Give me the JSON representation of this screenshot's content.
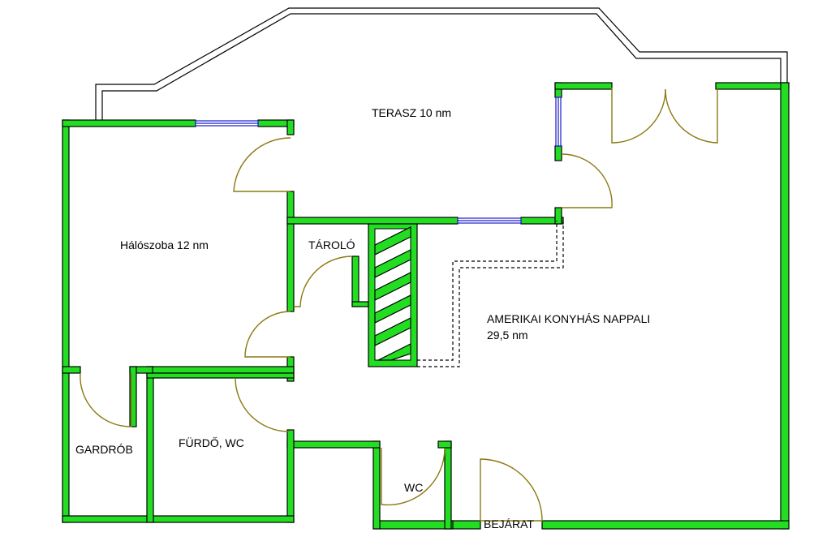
{
  "rooms": {
    "terrace": "TERASZ 10 nm",
    "bedroom": "Hálószoba 12 nm",
    "storage": "TÁROLÓ",
    "living_line1": "AMERIKAI KONYHÁS NAPPALI",
    "living_line2": "29,5 nm",
    "wardrobe": "GARDRÓB",
    "bathroom": "FÜRDŐ, WC",
    "wc": "WC",
    "entrance": "BEJÁRAT"
  },
  "colors": {
    "wall": "#22dd22",
    "window": "#1a1acc",
    "door_swing": "#8a7a10"
  }
}
